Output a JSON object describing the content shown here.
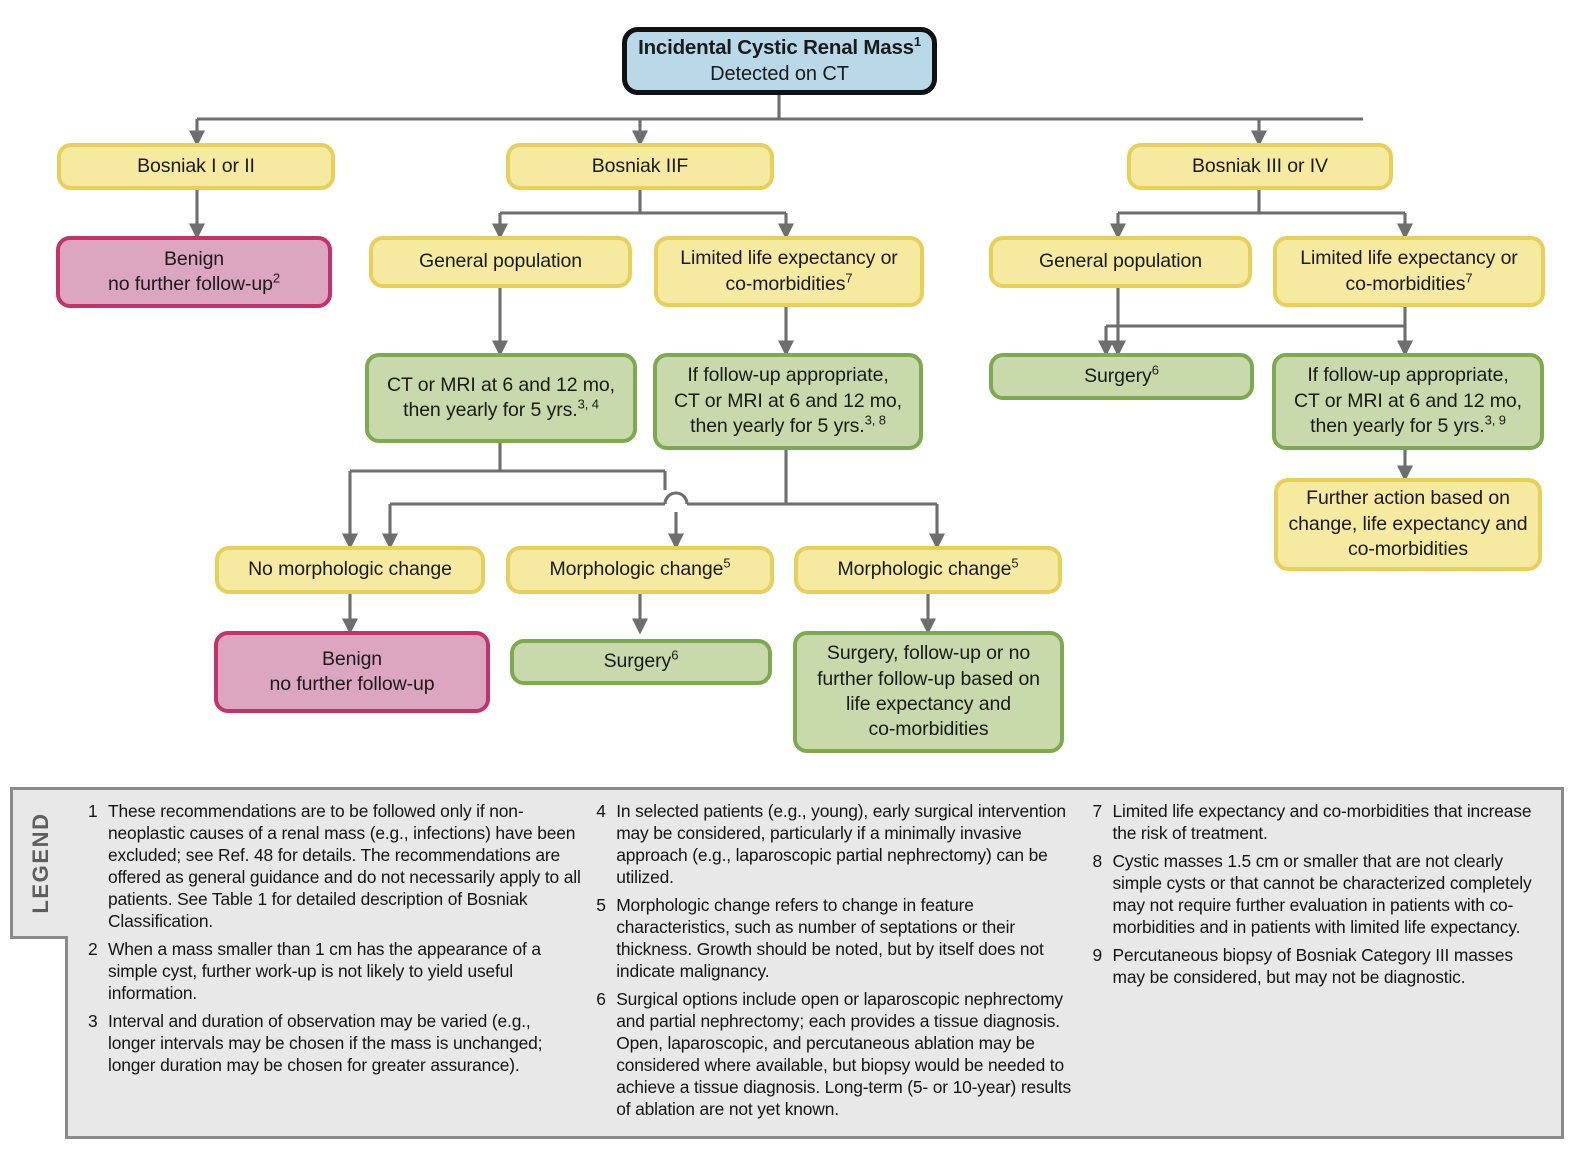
{
  "chart_data": {
    "type": "diagram",
    "title": "Incidental Cystic Renal Mass Flowchart"
  },
  "nodes": {
    "root": {
      "line1": "Incidental Cystic Renal Mass",
      "sup1": "1",
      "line2": "Detected on CT"
    },
    "bosniak_1_2": {
      "label": "Bosniak I or II"
    },
    "bosniak_iif": {
      "label": "Bosniak IIF"
    },
    "bosniak_3_4": {
      "label": "Bosniak III or IV"
    },
    "benign_top": {
      "line1": "Benign",
      "line2": "no further follow-up",
      "sup": "2"
    },
    "iif_general": {
      "label": "General population"
    },
    "iif_limited": {
      "line1": "Limited life expectancy or",
      "line2": "co-morbidities",
      "sup": "7"
    },
    "iii_general": {
      "label": "General population"
    },
    "iii_limited": {
      "line1": "Limited life expectancy or",
      "line2": "co-morbidities",
      "sup": "7"
    },
    "iif_fu_general": {
      "line1": "CT or MRI at 6 and 12 mo,",
      "line2": "then yearly for 5 yrs.",
      "sup": "3, 4"
    },
    "iif_fu_limited": {
      "line1": "If follow-up appropriate,",
      "line2": "CT or MRI at 6 and 12 mo,",
      "line3": "then yearly for 5 yrs.",
      "sup": "3, 8"
    },
    "surgery_right": {
      "label": "Surgery",
      "sup": "6"
    },
    "iii_fu_limited": {
      "line1": "If follow-up appropriate,",
      "line2": "CT or MRI at 6 and 12 mo,",
      "line3": "then yearly for 5 yrs.",
      "sup": "3, 9"
    },
    "further_action": {
      "line1": "Further action based on",
      "line2": "change, life expectancy and",
      "line3": "co-morbidities"
    },
    "no_change": {
      "label": "No morphologic change"
    },
    "change_mid": {
      "label": "Morphologic change",
      "sup": "5"
    },
    "change_right": {
      "label": "Morphologic change",
      "sup": "5"
    },
    "benign_bottom": {
      "line1": "Benign",
      "line2": "no further follow-up"
    },
    "surgery_mid": {
      "label": "Surgery",
      "sup": "6"
    },
    "surgery_or_fu": {
      "line1": "Surgery, follow-up or no",
      "line2": "further follow-up based on",
      "line3": "life expectancy and",
      "line4": "co-morbidities"
    }
  },
  "legend": {
    "tab_label": "LEGEND",
    "columns": [
      {
        "notes": [
          {
            "num": "1",
            "text": "These recommendations are to be followed only if non-neoplastic causes of a renal mass (e.g., infections) have been excluded; see Ref. 48 for details. The recommendations are offered as general guidance and do not necessarily apply to all patients. See Table 1 for detailed description of Bosniak Classification."
          },
          {
            "num": "2",
            "text": "When a mass smaller than 1 cm has the appearance of a simple cyst, further work-up is not likely to yield useful information."
          },
          {
            "num": "3",
            "text": "Interval and duration of observation may be varied (e.g., longer intervals may be chosen if the mass is unchanged; longer duration may be chosen for greater assurance)."
          }
        ]
      },
      {
        "notes": [
          {
            "num": "4",
            "text": "In selected patients (e.g., young), early surgical intervention may be considered, particularly if a minimally invasive approach (e.g., laparoscopic partial nephrectomy) can be utilized."
          },
          {
            "num": "5",
            "text": "Morphologic change refers to change in feature characteristics, such as number of septations or their thickness. Growth should be noted, but by itself does not indicate malignancy."
          },
          {
            "num": "6",
            "text": "Surgical options include open or laparoscopic nephrectomy and partial nephrectomy; each provides a tissue diagnosis. Open, laparoscopic, and percutaneous ablation may be considered where available, but biopsy would be needed to achieve a tissue diagnosis. Long-term (5- or 10-year) results of ablation are not yet known."
          }
        ]
      },
      {
        "notes": [
          {
            "num": "7",
            "text": "Limited life expectancy and co-morbidities that increase the risk of treatment."
          },
          {
            "num": "8",
            "text": "Cystic masses 1.5 cm or smaller that are not clearly simple cysts or that cannot be characterized completely may not require further evaluation in patients with co-morbidities and in patients with limited life expectancy."
          },
          {
            "num": "9",
            "text": "Percutaneous biopsy of Bosniak Category III masses may be considered, but may not be diagnostic."
          }
        ]
      }
    ]
  },
  "colors": {
    "blue_fill": "#b9d9e9",
    "blue_border": "#111111",
    "yellow_fill": "#f6e9a0",
    "yellow_border": "#e7cf58",
    "green_fill": "#c8daab",
    "green_border": "#7da94f",
    "pink_fill": "#dda6c0",
    "pink_border": "#c2336c",
    "connector": "#6e6e6e",
    "legend_bg": "#e8e8e8",
    "legend_border": "#8a8a8a"
  }
}
